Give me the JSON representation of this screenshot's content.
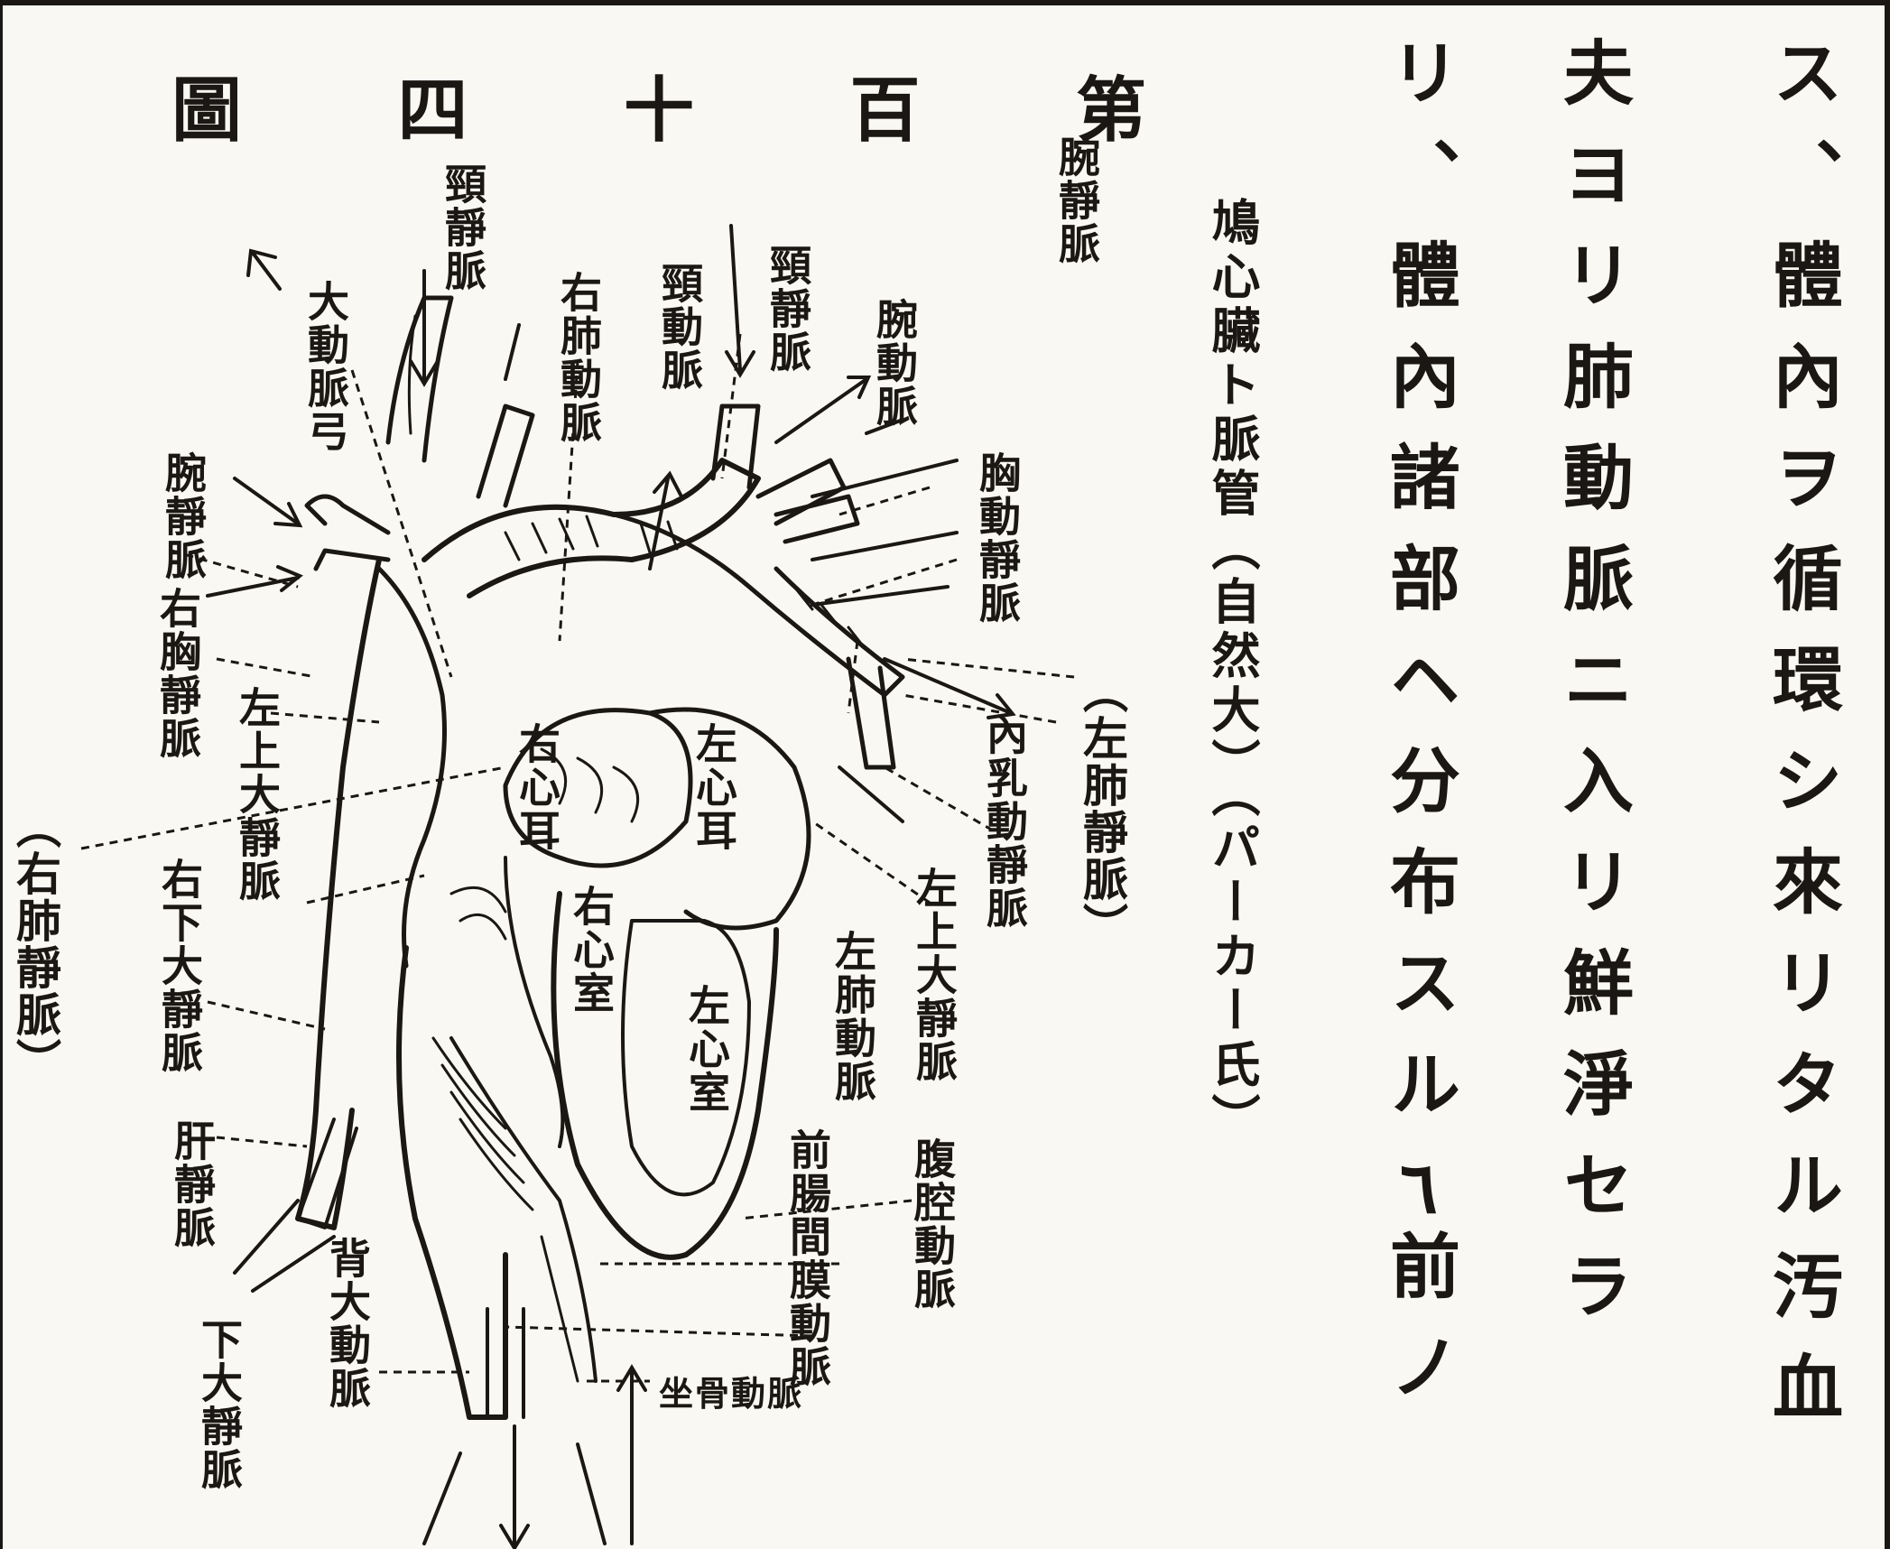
{
  "body_text": {
    "columns": [
      "ス、體內ヲ循環シ來リタル汚血",
      "夫ヨリ肺動脈ニ入リ鮮淨セラ",
      "リ、體內諸部ヘ分布スル٦前ノ"
    ]
  },
  "figure": {
    "title": "第百十四圖",
    "title_chars": [
      "第",
      "百",
      "十",
      "四",
      "圖"
    ],
    "caption": "鳩心臟ト脈管（自然大）（パーカー氏）",
    "labels": {
      "wanjomyaku_top": "腕靜脈",
      "toujomyaku_left": "頸靜脈",
      "daidomyaku": "大動脈弓",
      "uhaidomyaku": "右肺動脈",
      "keidomyaku": "頸動脈",
      "toujomyaku_right": "頸靜脈",
      "wandomyaku": "腕動脈",
      "wanjomyaku_left": "腕靜脈",
      "kyodomyaku": "胸動靜脈",
      "ukyojomyaku": "右胸靜脈",
      "sajodaijomyaku_left": "左上大靜脈",
      "uhaijomyaku": "（右肺靜脈）",
      "sahaijomyaku": "（左肺靜脈）",
      "naishodomyaku": "內乳動靜脈",
      "sashin": "左心耳",
      "ushin": "右心耳",
      "ushinshitsu": "右心室",
      "sashinshitsu": "左心室",
      "ukadaijomyaku": "右下大靜脈",
      "sajodaijomyaku_right": "左上大靜脈",
      "sahaidomyaku": "左肺動脈",
      "kanjomyaku": "肝靜脈",
      "haidaidomyaku": "背大動脈",
      "kadaijomyaku": "下大靜脈",
      "zenchomaku": "前腸間膜動脈",
      "fukukodomyaku": "腹腔動脈",
      "zakotsu": "坐骨動脈"
    }
  }
}
